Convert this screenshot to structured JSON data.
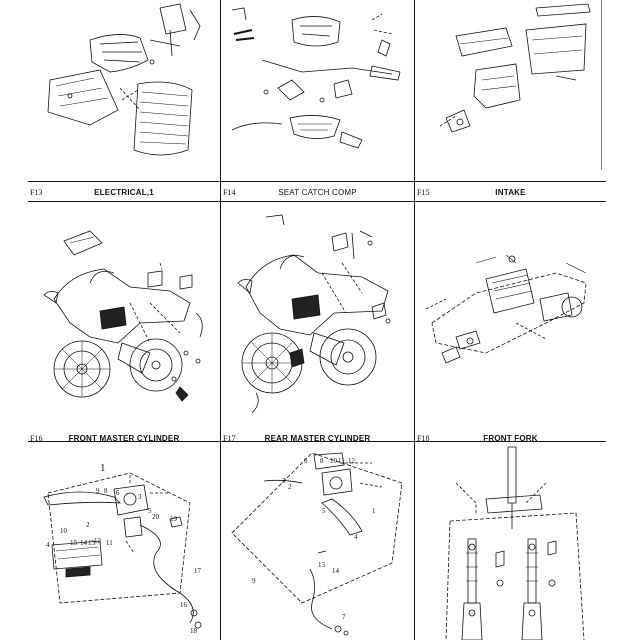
{
  "sections": [
    {
      "code": "F13",
      "title": "ELECTRICAL,1"
    },
    {
      "code": "F14",
      "title": "SEAT CATCH COMP"
    },
    {
      "code": "F15",
      "title": "INTAKE"
    },
    {
      "code": "F16",
      "title": "FRONT MASTER CYLINDER"
    },
    {
      "code": "F17",
      "title": "REAR MASTER CYLINDER"
    },
    {
      "code": "F18",
      "title": "FRONT FORK"
    }
  ],
  "callouts": {
    "front_master_cylinder": [
      "1",
      "9",
      "8",
      "6",
      "3",
      "5",
      "2",
      "10",
      "20",
      "19",
      "4",
      "15",
      "14",
      "13",
      "12",
      "11",
      "17",
      "16",
      "18"
    ],
    "rear_master_cylinder": [
      "6",
      "8",
      "10",
      "11",
      "12",
      "3",
      "2",
      "1",
      "5",
      "4",
      "13",
      "14",
      "9",
      "7"
    ]
  },
  "colors": {
    "line": "#111111",
    "accent_rule": "#2aa58a"
  }
}
